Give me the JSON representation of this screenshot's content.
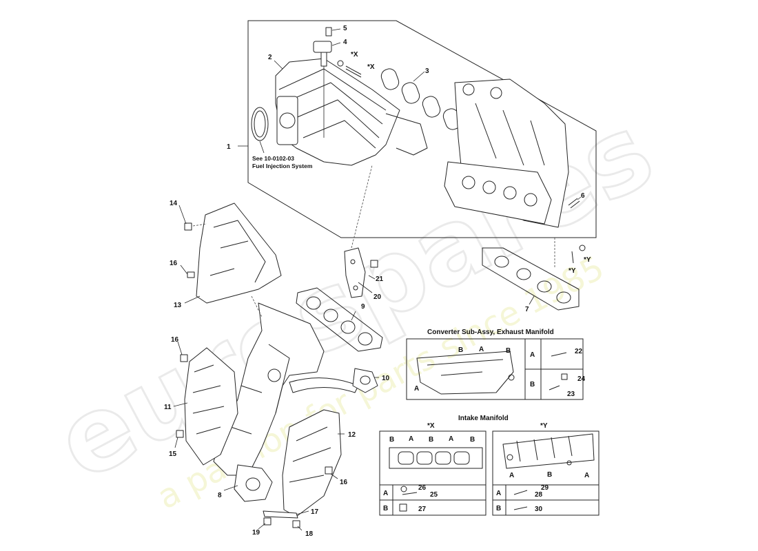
{
  "watermark": {
    "brand": "eurospares",
    "tagline": "a passion for parts since 1985"
  },
  "labels": {
    "p1": "1",
    "p2": "2",
    "p3": "3",
    "p4": "4",
    "p5": "5",
    "p6": "6",
    "p7": "7",
    "p8": "8",
    "p9": "9",
    "p10": "10",
    "p11": "11",
    "p12": "12",
    "p13": "13",
    "p14": "14",
    "p15": "15",
    "p16a": "16",
    "p16b": "16",
    "p16c": "16",
    "p17": "17",
    "p18": "18",
    "p19": "19",
    "p20": "20",
    "p21": "21",
    "x1": "*X",
    "x2": "*X",
    "y1": "*Y",
    "y2": "*Y"
  },
  "reference_note": {
    "line1": "See 10-0102-03",
    "line2": "Fuel Injection System"
  },
  "converter_box": {
    "title": "Converter Sub-Assy, Exhaust Manifold",
    "letters": [
      "B",
      "A",
      "B",
      "A"
    ],
    "rows": [
      {
        "key": "A",
        "parts": [
          "22"
        ]
      },
      {
        "key": "B",
        "parts": [
          "24",
          "23"
        ]
      }
    ]
  },
  "intake_box": {
    "title": "Intake Manifold",
    "x_panel": {
      "tag": "*X",
      "letters": [
        "B",
        "A",
        "B",
        "A",
        "B"
      ],
      "rows": [
        {
          "key": "A",
          "parts": [
            "26",
            "25"
          ]
        },
        {
          "key": "B",
          "parts": [
            "27"
          ]
        }
      ]
    },
    "y_panel": {
      "tag": "*Y",
      "letters": [
        "A",
        "B",
        "A"
      ],
      "rows": [
        {
          "key": "A",
          "parts": [
            "29",
            "28"
          ]
        },
        {
          "key": "B",
          "parts": [
            "30"
          ]
        }
      ]
    }
  }
}
